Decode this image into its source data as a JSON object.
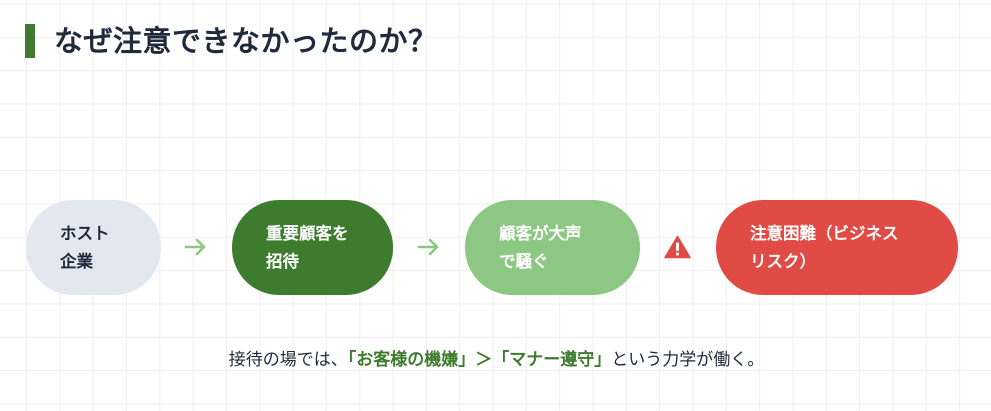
{
  "header": {
    "title": "なぜ注意できなかったのか？",
    "accent_color": "#3f7a30"
  },
  "flow": {
    "nodes": [
      {
        "id": "host",
        "label": "ホスト\n企業",
        "bg": "#e2e7f0",
        "text_color": "#1f2a3c"
      },
      {
        "id": "invite",
        "label": "重要顧客を\n招待",
        "bg": "#3d7b2f",
        "text_color": "#ffffff"
      },
      {
        "id": "loud",
        "label": "顧客が大声\nで騒ぐ",
        "bg": "#8cc783",
        "text_color": "#ffffff"
      },
      {
        "id": "risk",
        "label": "注意困難（ビジネス\nリスク）",
        "bg": "#e04b46",
        "text_color": "#ffffff"
      }
    ],
    "connectors": [
      {
        "icon": "arrow-right-icon",
        "color": "#8cc783"
      },
      {
        "icon": "arrow-right-icon",
        "color": "#8cc783"
      },
      {
        "icon": "warning-icon",
        "color": "#e04b46"
      }
    ]
  },
  "caption": {
    "prefix": "接待の場では、",
    "emphasis": "「お客様の機嫌」＞「マナー遵守」",
    "suffix": "という力学が働く。",
    "emphasis_color": "#3d7b2f"
  }
}
